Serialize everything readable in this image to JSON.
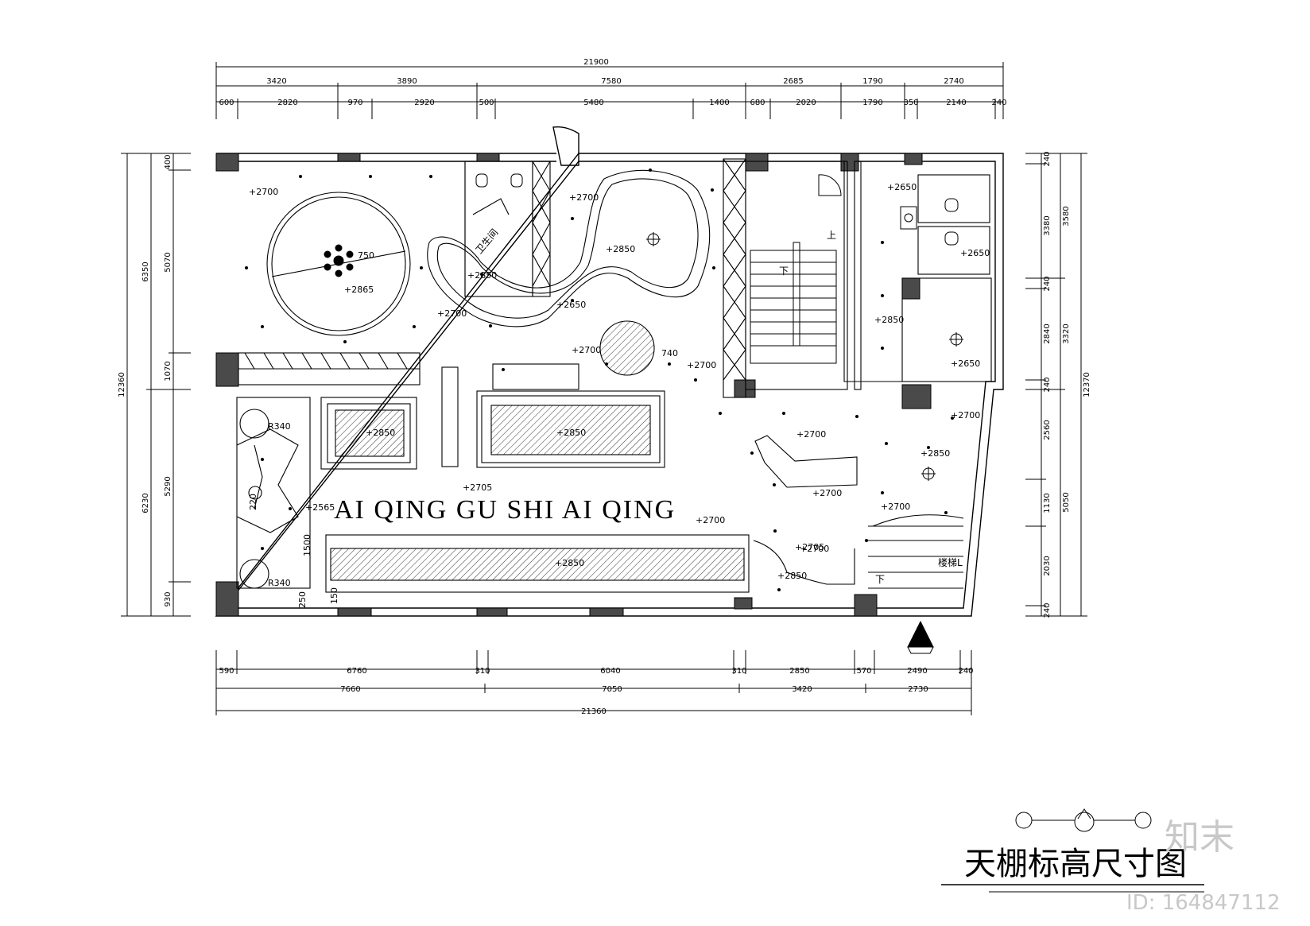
{
  "dimensions": {
    "top_total": "21900",
    "top_row1": [
      "3420",
      "3890",
      "7580",
      "2685",
      "1790",
      "2740"
    ],
    "top_row2": [
      "600",
      "2820",
      "970",
      "2920",
      "500",
      "5480",
      "1400",
      "680",
      "2020",
      "1790",
      "350",
      "2140",
      "240"
    ],
    "bottom_row1": [
      "590",
      "6760",
      "310",
      "6040",
      "310",
      "2850",
      "570",
      "2490",
      "240"
    ],
    "bottom_row2": [
      "7660",
      "7050",
      "3420",
      "2730"
    ],
    "bottom_total": "21360",
    "left_outer": "12360",
    "left_mid": [
      "6350",
      "6230"
    ],
    "left_inner": [
      "400",
      "5070",
      "1070",
      "5290",
      "930"
    ],
    "right_outer": "12370",
    "right_mid": [
      "3580",
      "3320",
      "5050"
    ],
    "right_inner": [
      "240",
      "3380",
      "240",
      "2840",
      "240",
      "2560",
      "1130",
      "2030",
      "240"
    ]
  },
  "levels": [
    "+2700",
    "+2700",
    "+2865",
    "+2700",
    "+2650",
    "+2850",
    "+2850",
    "+2700",
    "+2700",
    "+2650",
    "+2650",
    "+2850",
    "+2650",
    "+2700",
    "+2700",
    "+2850",
    "+2700",
    "+2850",
    "+2705",
    "+2700",
    "+2700",
    "+2705",
    "+2850",
    "+2850",
    "+2850",
    "+2565",
    "+2700"
  ],
  "annotations": {
    "circle_r1": "750",
    "circle_r2": "740",
    "r_top": "R340",
    "r_bottom": "R340",
    "small_1500": "1500",
    "small_220": "220",
    "small_150": "150",
    "small_250": "250"
  },
  "rooms": {
    "restroom": "卫生间",
    "stair_down_1": "下",
    "stair_up": "上",
    "stair_down_2": "下",
    "stair_label": "楼梯L"
  },
  "banner_text": "AI QING GU SHI AI QING",
  "drawing_title": "天棚标高尺寸图",
  "watermark": {
    "logo": "知末",
    "id": "ID: 164847112"
  }
}
